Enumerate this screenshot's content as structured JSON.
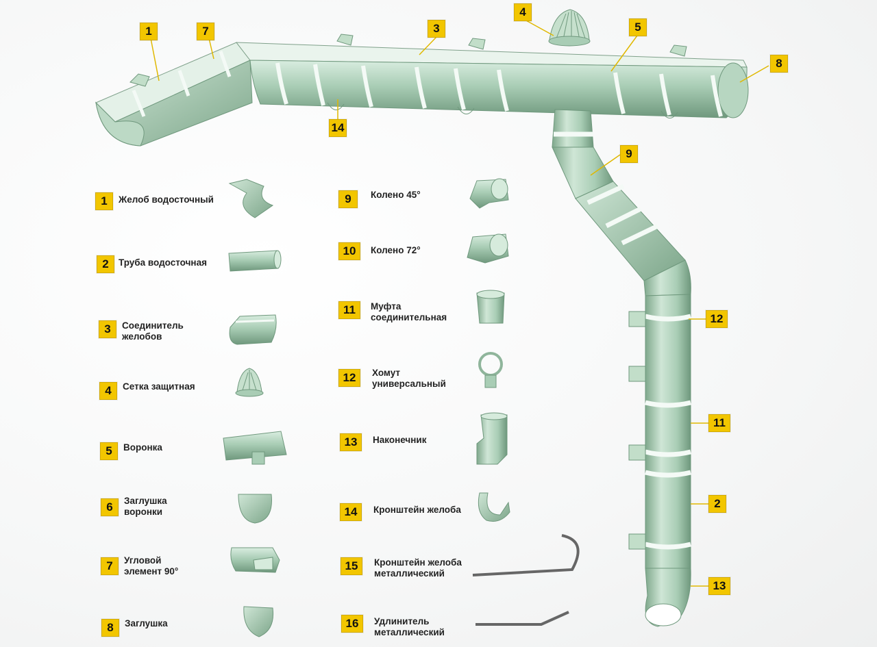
{
  "colors": {
    "pipe": "#a9cdb5",
    "pipe_dark": "#6f987d",
    "pipe_light": "#d6ebdc",
    "badge": "#f2c600",
    "text": "#222222"
  },
  "diagram_badges": [
    "1",
    "7",
    "4",
    "3",
    "5",
    "8",
    "14",
    "9",
    "12",
    "11",
    "2",
    "13"
  ],
  "legend": [
    {
      "number": "1",
      "lines": [
        "Желоб водосточный"
      ]
    },
    {
      "number": "2",
      "lines": [
        "Труба водосточная"
      ]
    },
    {
      "number": "3",
      "lines": [
        "Соединитель",
        "желобов"
      ]
    },
    {
      "number": "4",
      "lines": [
        "Сетка защитная"
      ]
    },
    {
      "number": "5",
      "lines": [
        "Воронка"
      ]
    },
    {
      "number": "6",
      "lines": [
        "Заглушка",
        "воронки"
      ]
    },
    {
      "number": "7",
      "lines": [
        "Угловой",
        "элемент 90°"
      ]
    },
    {
      "number": "8",
      "lines": [
        "Заглушка"
      ]
    },
    {
      "number": "9",
      "lines": [
        "Колено 45°"
      ]
    },
    {
      "number": "10",
      "lines": [
        "Колено 72°"
      ]
    },
    {
      "number": "11",
      "lines": [
        "Муфта",
        "соединительная"
      ]
    },
    {
      "number": "12",
      "lines": [
        "Хомут",
        "универсальный"
      ]
    },
    {
      "number": "13",
      "lines": [
        "Наконечник"
      ]
    },
    {
      "number": "14",
      "lines": [
        "Кронштейн желоба"
      ]
    },
    {
      "number": "15",
      "lines": [
        "Кронштейн желоба",
        "металлический"
      ]
    },
    {
      "number": "16",
      "lines": [
        "Удлинитель",
        "металлический"
      ]
    }
  ]
}
